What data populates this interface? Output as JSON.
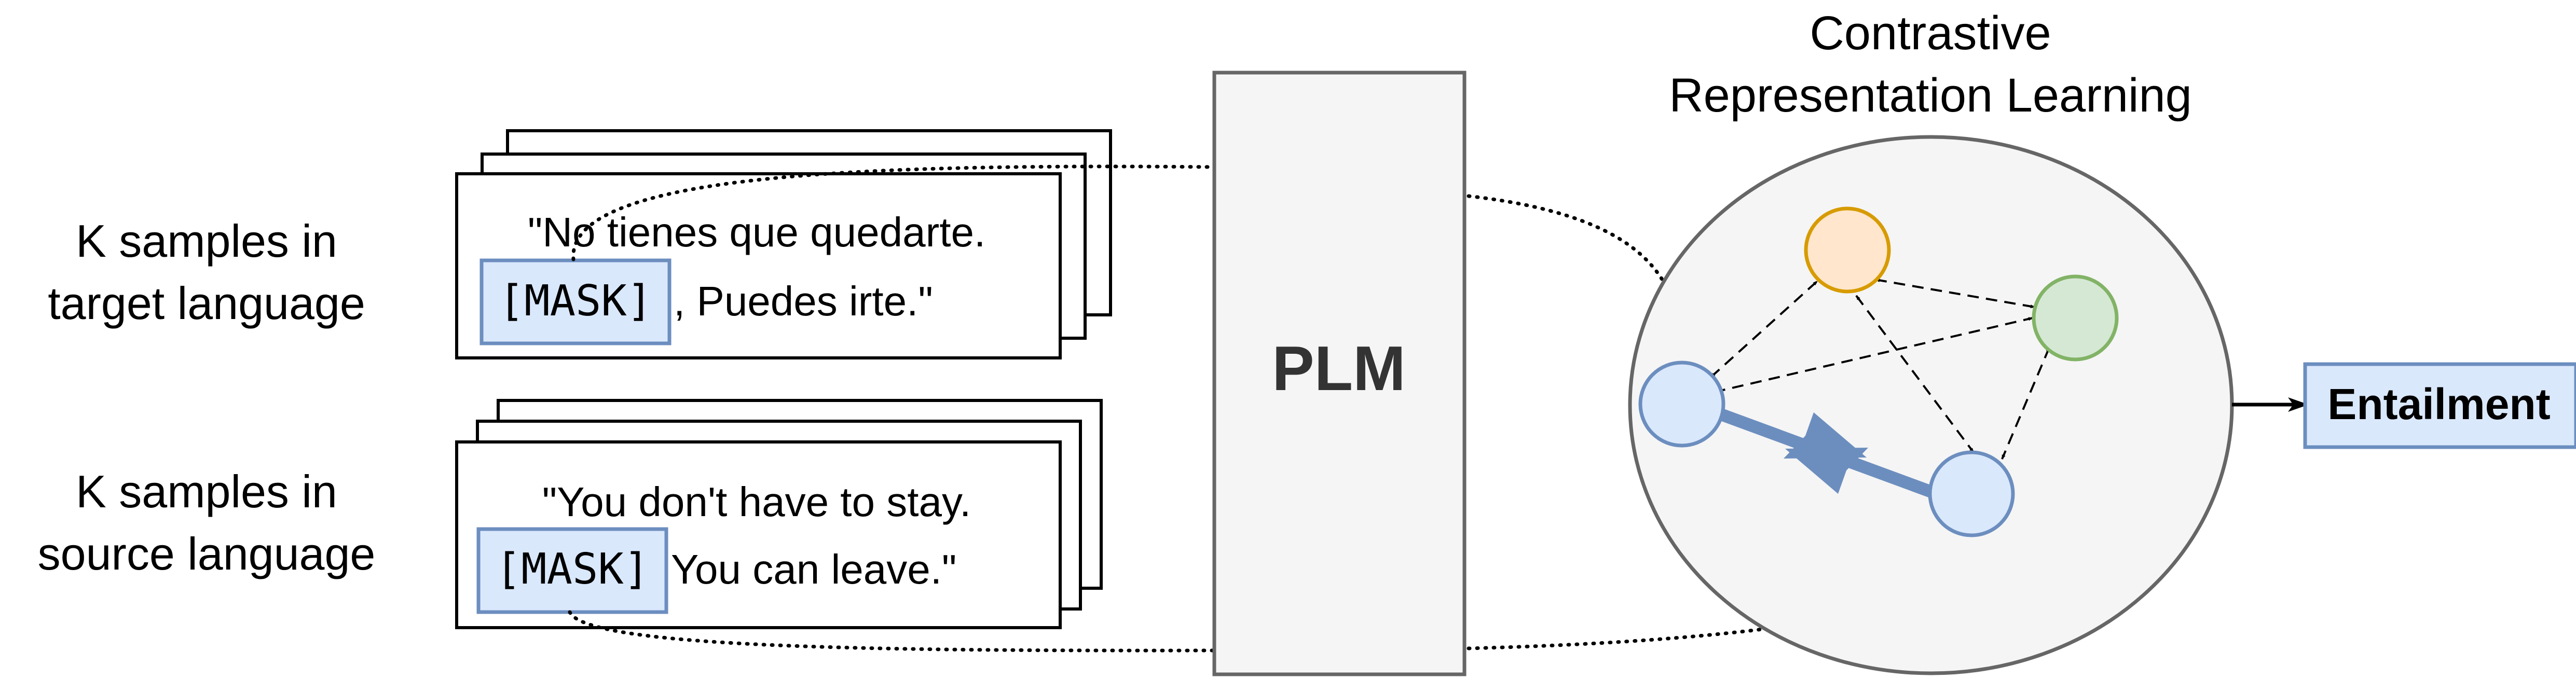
{
  "left_labels": {
    "target": [
      "K samples in",
      "target language"
    ],
    "source": [
      "K samples in",
      "source language"
    ]
  },
  "target_sample": {
    "line1": "\"No tienes que quedarte.",
    "mask": "[MASK]",
    "line2_rest": ", Puedes irte.\""
  },
  "source_sample": {
    "line1": "\"You don't have to stay.",
    "mask": "[MASK]",
    "line2_rest": "You can leave.\""
  },
  "model": {
    "label": "PLM"
  },
  "contrastive": {
    "title_lines": [
      "Contrastive",
      "Representation Learning"
    ]
  },
  "output": {
    "label": "Entailment"
  },
  "colors": {
    "mask_fill": "#dae8fc",
    "mask_stroke": "#6c8ebf",
    "plm_fill": "#f5f5f5",
    "plm_stroke": "#666666",
    "orange_node_fill": "#ffe6cc",
    "orange_node_stroke": "#d79b00",
    "green_node_fill": "#d5e8d4",
    "green_node_stroke": "#82b366",
    "blue_node_fill": "#dae8fc",
    "blue_node_stroke": "#6c8ebf",
    "bold_edge": "#6c8ebf"
  }
}
